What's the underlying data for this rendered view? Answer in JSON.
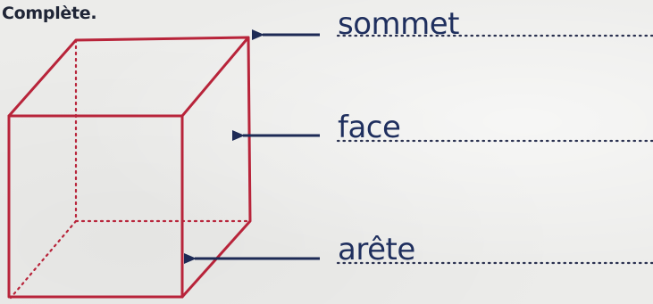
{
  "instruction": "Complète.",
  "labels": {
    "vertex": "sommet",
    "face": "face",
    "edge": "arête"
  },
  "colors": {
    "cube_edges": "#b8243a",
    "arrows": "#1d2a55",
    "text": "#1f2f5e",
    "dotted_lines": "#2a3150"
  },
  "icons": {
    "vertex_arrow": "arrow-left-icon",
    "face_arrow": "arrow-left-icon",
    "edge_arrow": "arrow-left-icon"
  }
}
